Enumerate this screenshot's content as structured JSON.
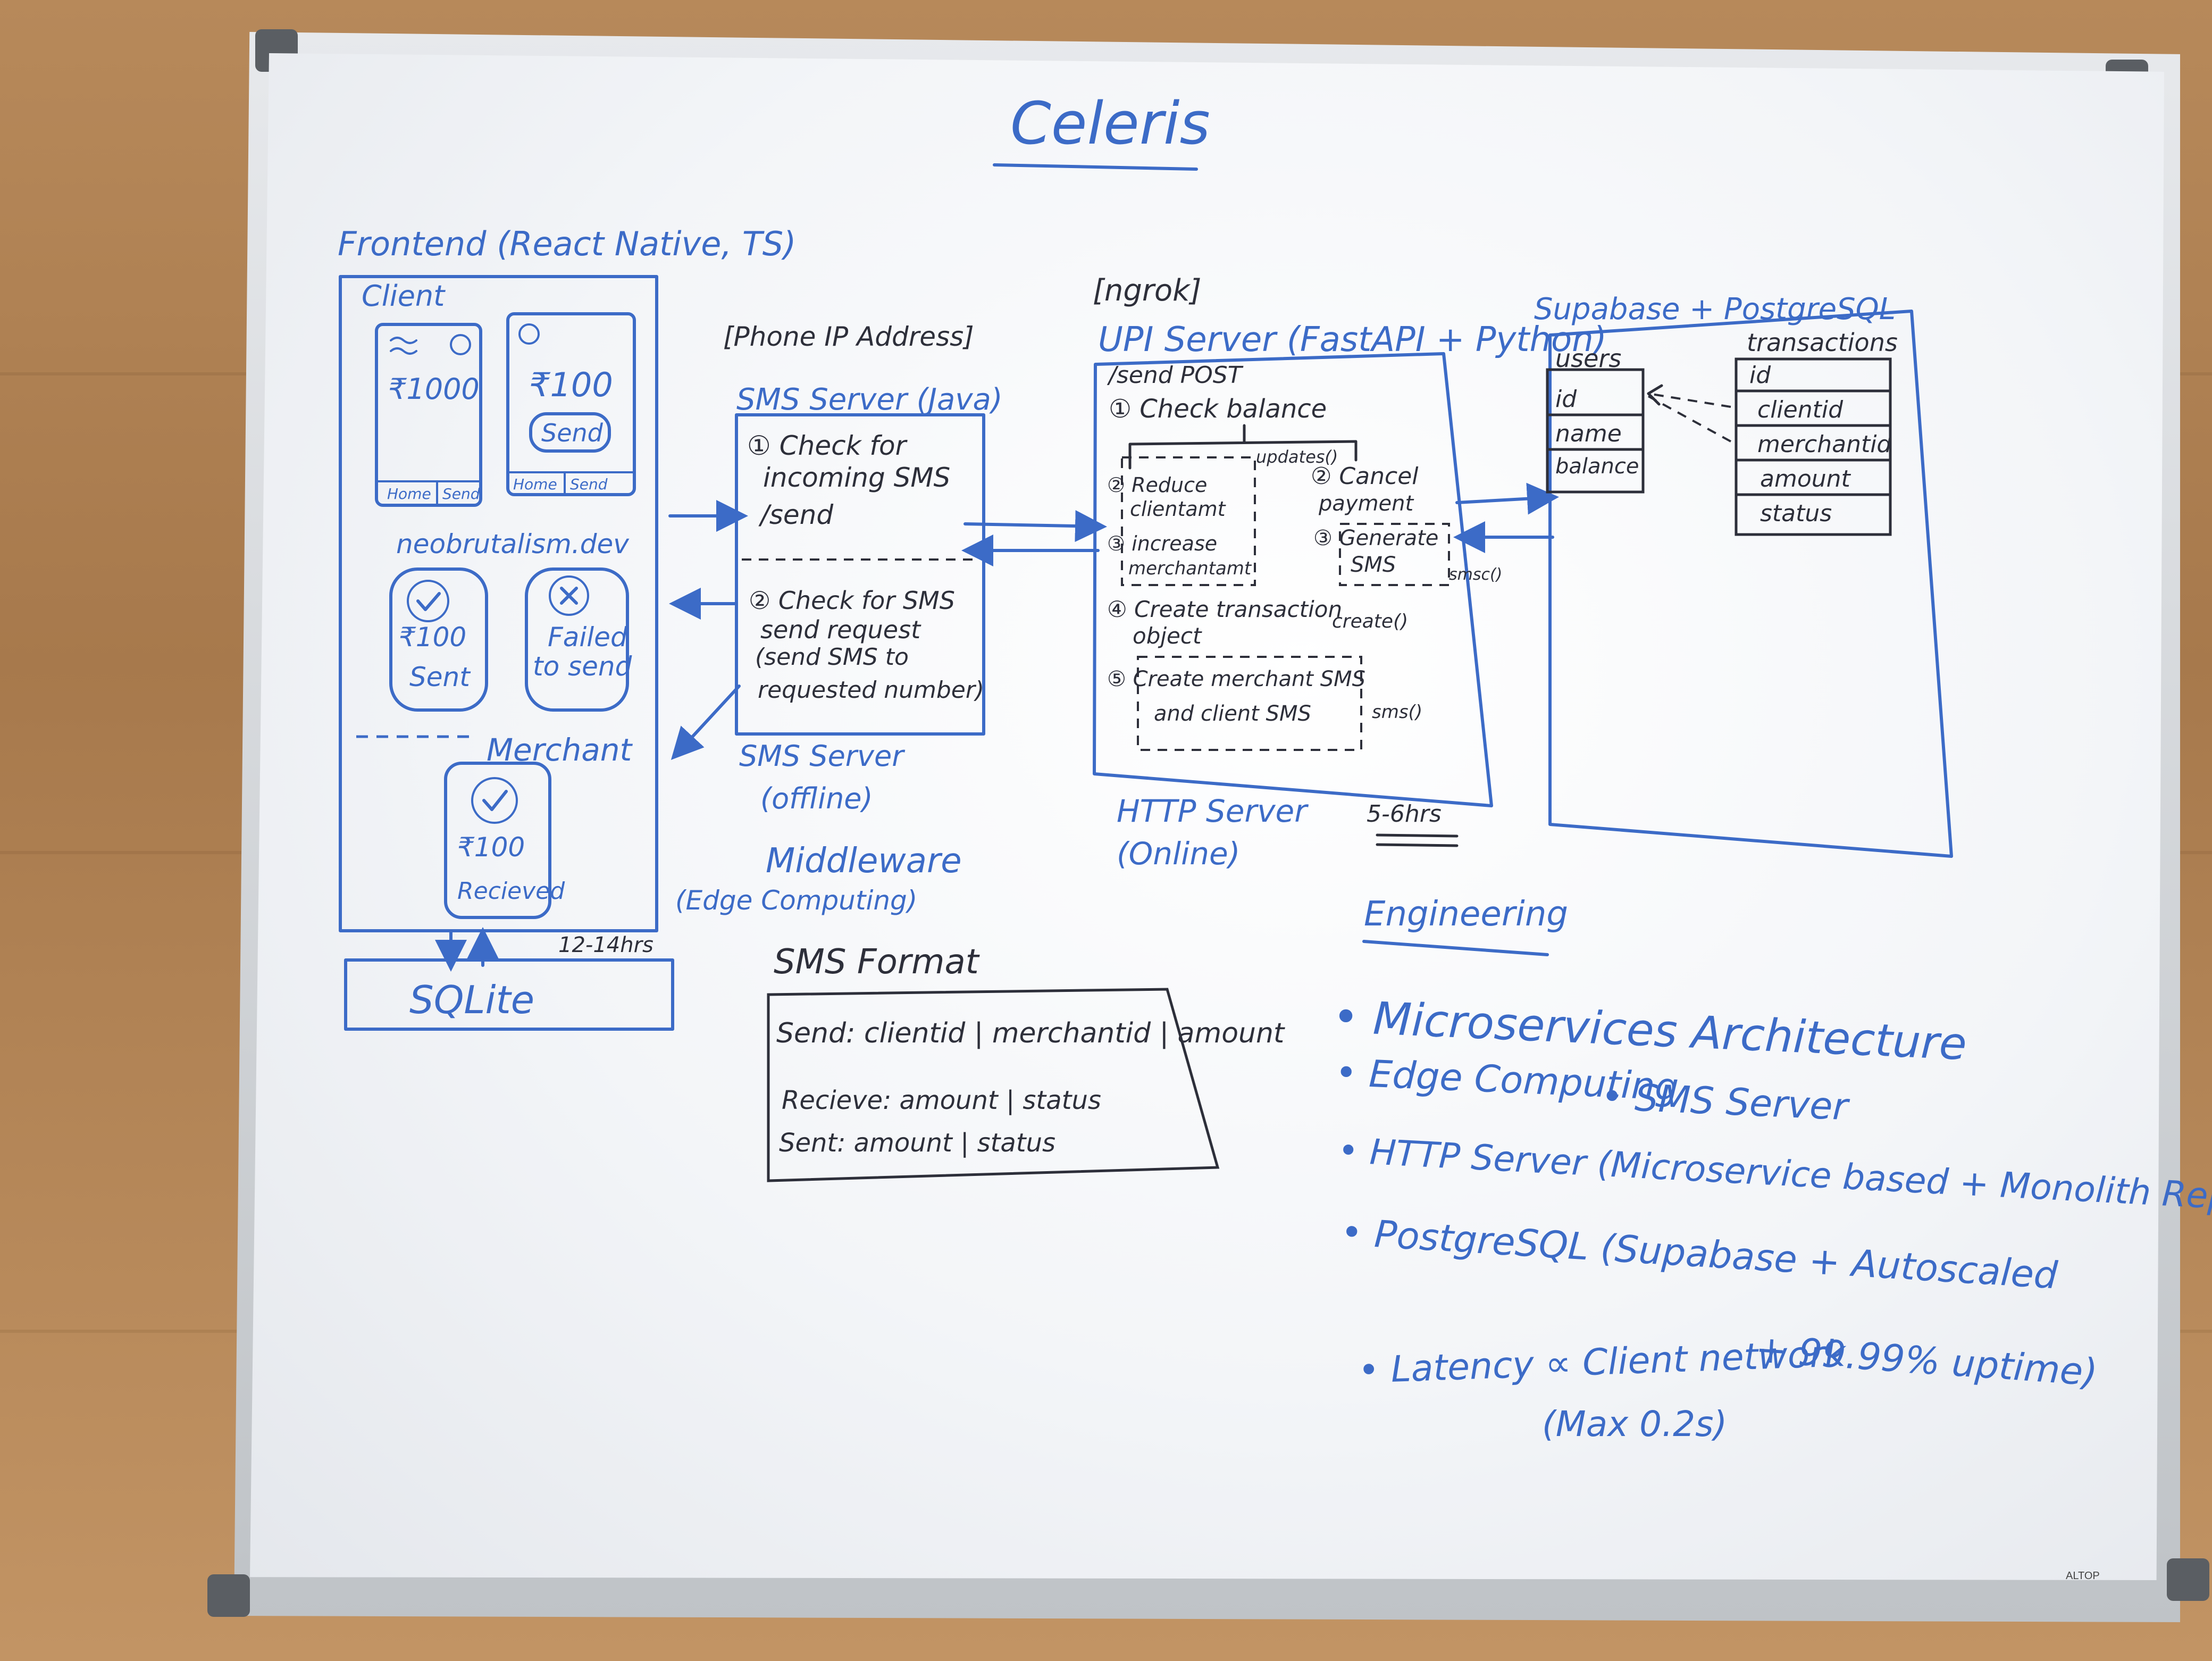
{
  "title": "Celeris",
  "frontend": {
    "heading": "Frontend (React Native, TS)",
    "client_label": "Client",
    "phone1_amount": "₹1000",
    "phone2_amount": "₹100",
    "send_button": "Send",
    "home_tab": "Home",
    "send_tab": "Send",
    "domain": "neobrutalism.dev",
    "sent_amount": "₹100",
    "sent_label": "Sent",
    "failed_label_1": "Failed",
    "failed_label_2": "to send",
    "merchant_label": "Merchant",
    "received_amount": "₹100",
    "received_label": "Recieved",
    "time_estimate": "12-14hrs",
    "sqlite": "SQLite"
  },
  "sms_server": {
    "ip_note": "[Phone IP Address]",
    "heading": "SMS Server (Java)",
    "step1_line1": "① Check for",
    "step1_line2": "incoming SMS",
    "step1_line3": "/send",
    "step2_line1": "② Check for SMS",
    "step2_line2": "send request",
    "step2_line3": "(send SMS to",
    "step2_line4": "requested number)",
    "offline_1": "SMS Server",
    "offline_2": "(offline)",
    "middleware": "Middleware",
    "edge": "(Edge Computing)"
  },
  "upi_server": {
    "ngrok": "[ngrok]",
    "heading": "UPI Server (FastAPI + Python)",
    "endpoint": "/send POST",
    "step1": "① Check balance",
    "reduce_1": "② Reduce",
    "reduce_2": "clientamt",
    "increase_1": "③ increase",
    "increase_2": "merchantamt",
    "updates": "updates()",
    "cancel_1": "② Cancel",
    "cancel_2": "payment",
    "gen_1": "③ Generate",
    "gen_2": "SMS",
    "smsc": "smsc()",
    "create_1": "④ Create transaction",
    "create_2": "object",
    "create_fn": "create()",
    "sms_1": "⑤ Create merchant SMS",
    "sms_2": "and client SMS",
    "sms_fn": "sms()",
    "http_1": "HTTP Server",
    "http_2": "(Online)",
    "time_estimate": "5-6hrs"
  },
  "database": {
    "heading": "Supabase + PostgreSQL",
    "users_title": "users",
    "users_fields": [
      "id",
      "name",
      "balance"
    ],
    "tx_title": "transactions",
    "tx_fields": [
      "id",
      "clientid",
      "merchantid",
      "amount",
      "status"
    ]
  },
  "sms_format": {
    "heading": "SMS Format",
    "send": "Send: clientid | merchantid | amount",
    "recieve": "Recieve: amount | status",
    "sent": "Sent: amount | status"
  },
  "engineering": {
    "heading": "Engineering",
    "items": [
      "• Microservices Architecture",
      "• Edge Computing",
      "• SMS Server",
      "• HTTP Server (Microservice based + Monolith Repo)",
      "• PostgreSQL (Supabase + Autoscaled",
      "• Latency ∝ Client network",
      "+ 99.99% uptime)",
      "(Max 0.2s)"
    ]
  },
  "board_brand": "ALTOP",
  "colors": {
    "marker_blue": "#3c6bc7",
    "marker_black": "#2d2f3a"
  }
}
